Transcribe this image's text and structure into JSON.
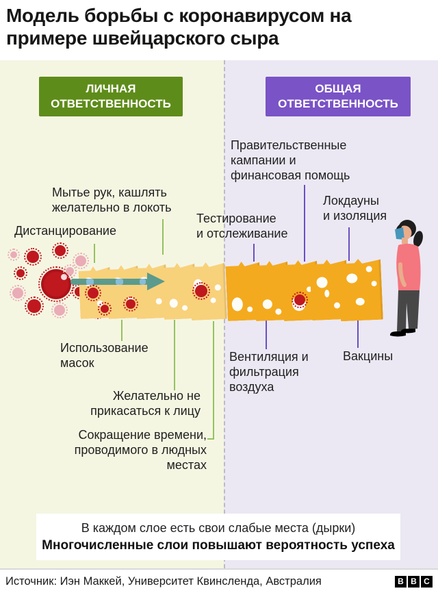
{
  "title": "Модель борьбы с коронавирусом на\nпримере швейцарского сыра",
  "left_panel": {
    "badge": "ЛИЧНАЯ\nОТВЕТСТВЕННОСТЬ",
    "labels": {
      "hands": "Мытье рук, кашлять\nжелательно в локоть",
      "distancing": "Дистанцирование",
      "masks": "Использование\nмасок",
      "face": "Желательно не\nприкасаться к лицу",
      "crowds": "Сокращение времени,\nпроводимого в людных\nместах"
    }
  },
  "right_panel": {
    "badge": "ОБЩАЯ\nОТВЕТСТВЕННОСТЬ",
    "labels": {
      "government": "Правительственные\nкампании и\nфинансовая помощь",
      "testing": "Тестирование\nи отслеживание",
      "lockdowns": "Локдауны\nи изоляция",
      "ventilation": "Вентиляция и\nфильтрация\nвоздуха",
      "vaccines": "Вакцины"
    }
  },
  "footnote": {
    "line1": "В каждом слое есть свои слабые места (дырки)",
    "line2": "Многочисленные слои повышают вероятность успеха"
  },
  "source": "Источник: Иэн Маккей, Университет Квинсленда, Австралия",
  "bbc_logo": {
    "b1": "B",
    "b2": "B",
    "b3": "C"
  },
  "icons": {
    "virus": "virus-icon",
    "cheese": "cheese-slice-icon",
    "person": "masked-person-icon",
    "arrow": "transmission-arrow-icon"
  },
  "colors": {
    "personal_badge": "#5e8c1a",
    "shared_badge": "#7a53c6",
    "left_bg": "#f5f6e2",
    "right_bg": "#ebe8f3",
    "cheese_left": "#f8d17b",
    "cheese_right": "#f4aa1e",
    "virus_red": "#c0181f",
    "virus_pink": "#eaacb6",
    "arrow_teal": "#5b9b8d",
    "arrow_blue": "#86bdd7",
    "line_green": "#94c25e",
    "line_purple": "#6b4ec3"
  }
}
